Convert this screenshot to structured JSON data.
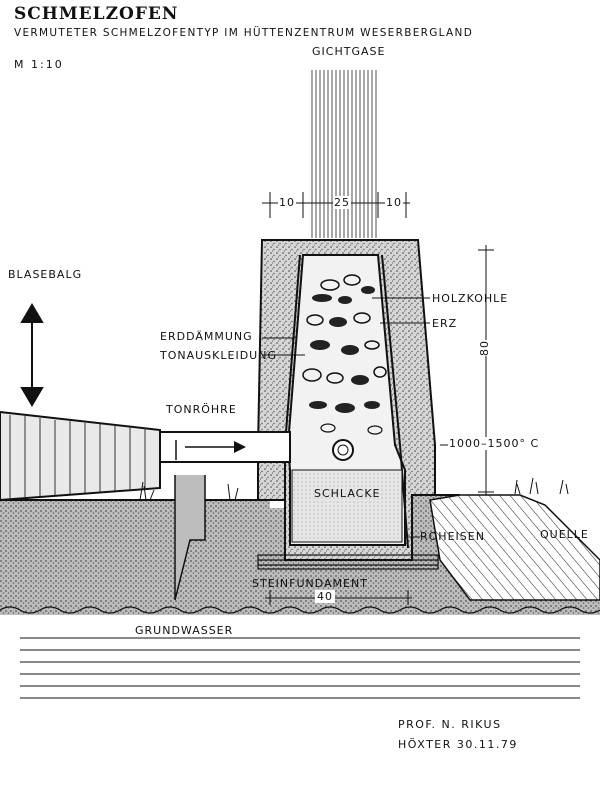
{
  "title": "SCHMELZOFEN",
  "subtitle": "VERMUTETER SCHMELZOFENTYP IM HÜTTENZENTRUM WESERBERGLAND",
  "scale": "M  1:10",
  "labels": {
    "gichtgase": "GICHTGASE",
    "blasebalg": "BLASEBALG",
    "holzkohle": "HOLZKOHLE",
    "erz": "ERZ",
    "erddammung": "ERDDÄMMUNG",
    "tonauskleidung": "TONAUSKLEIDUNG",
    "tonrohre": "TONRÖHRE",
    "schlacke": "SCHLACKE",
    "roheisen": "ROHEISEN",
    "quelle": "QUELLE",
    "steinfundament": "STEINFUNDAMENT",
    "grundwasser": "GRUNDWASSER",
    "temperature": "1000–1500° C"
  },
  "dimensions": {
    "wall_left": "10",
    "shaft": "25",
    "wall_right": "10",
    "height": "80",
    "foundation": "40"
  },
  "credit": {
    "author": "PROF. N. RIKUS",
    "place_date": "HÖXTER   30.11.79"
  }
}
